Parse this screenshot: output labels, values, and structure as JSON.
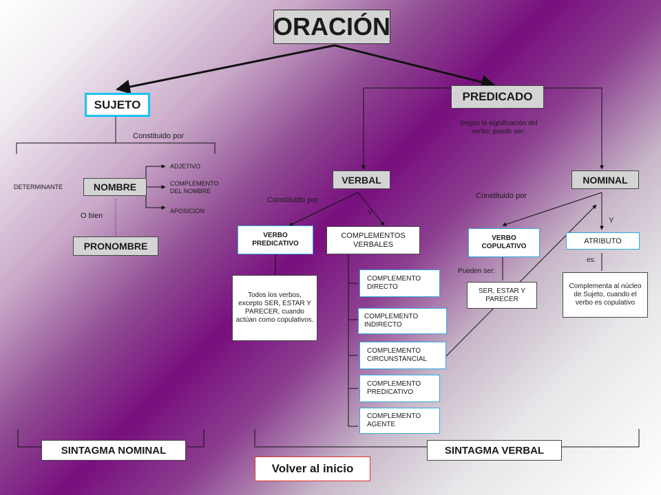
{
  "title": "ORACIÓN",
  "sujeto": {
    "label": "SUJETO",
    "constituido": "Constituido por",
    "determinante": "DETERMINANTE",
    "nombre": "NOMBRE",
    "adjetivo": "ADJETIVO",
    "complemento_nombre": "COMPLEMENTO DEL NOMBRE",
    "aposicion": "APOSICIÓN",
    "o_bien": "O bien",
    "pronombre": "PRONOMBRE"
  },
  "predicado": {
    "label": "PREDICADO",
    "segun": "Según la significación del verbo, puede ser:",
    "verbal": "VERBAL",
    "nominal": "NOMINAL"
  },
  "verbal": {
    "constituido": "Constituido por",
    "y": "Y",
    "verbo_predicativo": "VERBO PREDICATIVO",
    "complementos_verbales": "COMPLEMENTOS VERBALES",
    "todos": "Todos los verbos, excepto SER, ESTAR Y PARECER, cuando actúan como copulativos.",
    "complementos": [
      "COMPLEMENTO DIRECTO",
      "COMPLEMENTO INDIRECTO",
      "COMPLEMENTO CIRCUNSTANCIAL",
      "COMPLEMENTO PREDICATIVO",
      "COMPLEMENTO AGENTE"
    ]
  },
  "nominal": {
    "constituido": "Constituido por",
    "y": "Y",
    "verbo_copulativo": "VERBO COPULATIVO",
    "atributo": "ATRIBUTO",
    "pueden_ser": "Pueden ser:",
    "ser_estar": "SER, ESTAR Y PARECER",
    "es": "es:",
    "complementa": "Complementa al núcleo de Sujeto, cuando el verbo es copulativo"
  },
  "sintagma_nominal": "SINTAGMA NOMINAL",
  "sintagma_verbal": "SINTAGMA VERBAL",
  "volver": "Volver al inicio",
  "colors": {
    "accent_blue": "#2ea9e0",
    "accent_cyan": "#19c3ee",
    "accent_red": "#e0302a",
    "purple": "#780f7e"
  }
}
